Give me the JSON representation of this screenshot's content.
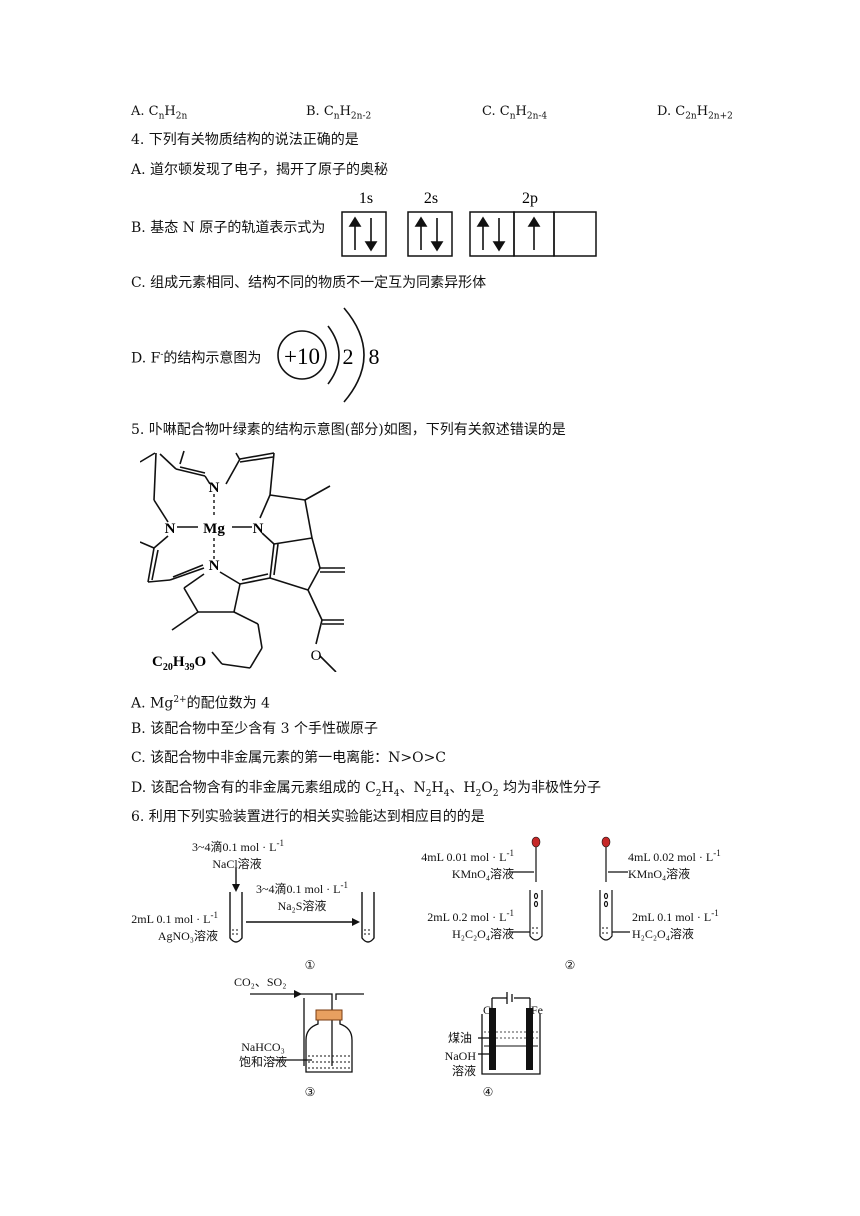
{
  "q3": {
    "options": [
      {
        "label": "A. ",
        "formula_parts": [
          "C",
          "n",
          "H",
          "2n",
          ""
        ]
      },
      {
        "label": "B. ",
        "formula_parts": [
          "C",
          "n",
          "H",
          "2n-2",
          ""
        ]
      },
      {
        "label": "C. ",
        "formula_parts": [
          "C",
          "n",
          "H",
          "2n-4",
          ""
        ]
      },
      {
        "label": "D. ",
        "formula_parts": [
          "C",
          "2n",
          "H",
          "2n+2",
          ""
        ]
      }
    ]
  },
  "q4": {
    "stem": "4. 下列有关物质结构的说法正确的是",
    "a": "A. 道尔顿发现了电子，揭开了原子的奥秘",
    "b": "B. 基态 N 原子的轨道表示式为",
    "orbital_labels": [
      "1s",
      "2s",
      "2p"
    ],
    "c": "C. 组成元素相同、结构不同的物质不一定互为同素异形体",
    "d_pre": "D. F",
    "d_sup": "-",
    "d_post": "的结构示意图为",
    "nucleus": "+10",
    "shells": [
      "2",
      "8"
    ]
  },
  "q5": {
    "stem": "5. 卟啉配合物叶绿素的结构示意图(部分)如图，下列有关叙述错误的是",
    "atoms": {
      "n": "N",
      "mg": "Mg",
      "o": "O",
      "side_chain_c": "C",
      "side_chain_c_sub": "20",
      "side_chain_h": "H",
      "side_chain_h_sub": "39"
    },
    "a_pre": "A. Mg",
    "a_sup": "2+",
    "a_post": "的配位数为 4",
    "b": "B. 该配合物中至少含有 3 个手性碳原子",
    "c": "C. 该配合物中非金属元素的第一电离能：N>O>C",
    "d_pre": "D. 该配合物含有的非金属元素组成的 C",
    "d_s1": "2",
    "d_m1": "H",
    "d_s2": "4",
    "d_m2": "、N",
    "d_s3": "2",
    "d_m3": "H",
    "d_s4": "4",
    "d_m4": "、H",
    "d_s5": "2",
    "d_m5": "O",
    "d_s6": "2",
    "d_post": " 均为非极性分子"
  },
  "q6": {
    "stem": "6. 利用下列实验装置进行的相关实验能达到相应目的的是",
    "fig1": {
      "drop1": "3~4滴0.1 mol · L",
      "drop1_sup": "-1",
      "drop1_sub": "NaCl溶液",
      "drop2": "3~4滴0.1 mol · L",
      "drop2_sup": "-1",
      "drop2_sub": "Na₂S溶液",
      "tube": "2mL 0.1 mol · L",
      "tube_sup": "-1",
      "tube_sub": "AgNO₃溶液",
      "num": "①"
    },
    "fig2": {
      "left_top": "4mL 0.01 mol · L",
      "left_top_sup": "-1",
      "left_top_sub": "KMnO₄溶液",
      "left_bot": "2mL 0.2 mol · L",
      "left_bot_sup": "-1",
      "left_bot_sub": "H₂C₂O₄溶液",
      "right_top": "4mL 0.02 mol · L",
      "right_top_sup": "-1",
      "right_top_sub": "KMnO₄溶液",
      "right_bot": "2mL 0.1 mol · L",
      "right_bot_sup": "-1",
      "right_bot_sub": "H₂C₂O₄溶液",
      "num": "②"
    },
    "fig3": {
      "gas": "CO₂、SO₂",
      "sol1": "NaHCO₃",
      "sol2": "饱和溶液",
      "num": "③"
    },
    "fig4": {
      "c": "C",
      "fe": "Fe",
      "kerosene": "煤油",
      "naoh": "NaOH",
      "sol": "溶液",
      "num": "④"
    }
  }
}
